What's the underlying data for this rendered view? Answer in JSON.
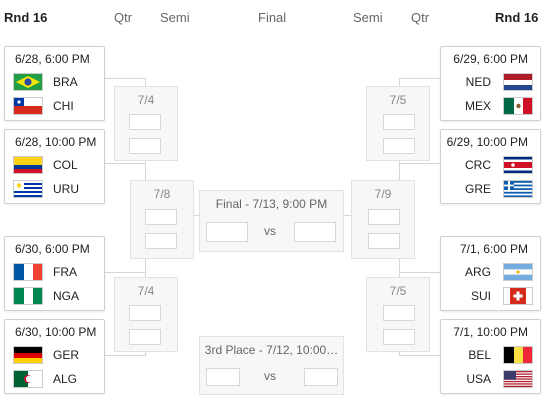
{
  "headers": {
    "rnd16_left": "Rnd 16",
    "qtr_left": "Qtr",
    "semi_left": "Semi",
    "final": "Final",
    "semi_right": "Semi",
    "qtr_right": "Qtr",
    "rnd16_right": "Rnd 16"
  },
  "matches": {
    "m1": {
      "time": "6/28, 6:00 PM",
      "team1": "BRA",
      "team2": "CHI"
    },
    "m2": {
      "time": "6/28, 10:00 PM",
      "team1": "COL",
      "team2": "URU"
    },
    "m3": {
      "time": "6/30, 6:00 PM",
      "team1": "FRA",
      "team2": "NGA"
    },
    "m4": {
      "time": "6/30, 10:00 PM",
      "team1": "GER",
      "team2": "ALG"
    },
    "m5": {
      "time": "6/29, 6:00 PM",
      "team1": "NED",
      "team2": "MEX"
    },
    "m6": {
      "time": "6/29, 10:00 PM",
      "team1": "CRC",
      "team2": "GRE"
    },
    "m7": {
      "time": "7/1, 6:00 PM",
      "team1": "ARG",
      "team2": "SUI"
    },
    "m8": {
      "time": "7/1, 10:00 PM",
      "team1": "BEL",
      "team2": "USA"
    }
  },
  "quarters": {
    "q1": "7/4",
    "q2": "7/4",
    "q3": "7/5",
    "q4": "7/5"
  },
  "semis": {
    "s1": "7/8",
    "s2": "7/9"
  },
  "final": {
    "title": "Final - 7/13, 9:00 PM",
    "vs": "vs"
  },
  "third_place": {
    "title": "3rd Place - 7/12, 10:00…",
    "vs": "vs"
  }
}
